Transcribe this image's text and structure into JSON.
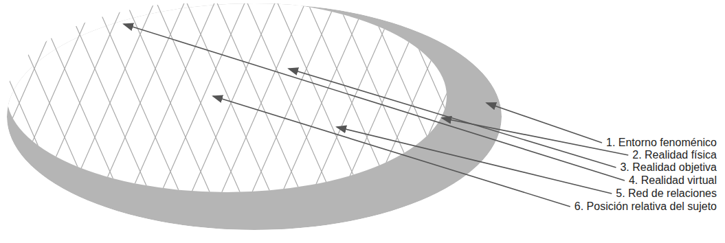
{
  "diagram": {
    "labels": [
      "1. Entorno fenoménico",
      "2. Realidad física",
      "3. Realidad objetiva",
      "4. Realidad virtual",
      "5. Red de relaciones",
      "6. Posición relativa del sujeto"
    ]
  }
}
